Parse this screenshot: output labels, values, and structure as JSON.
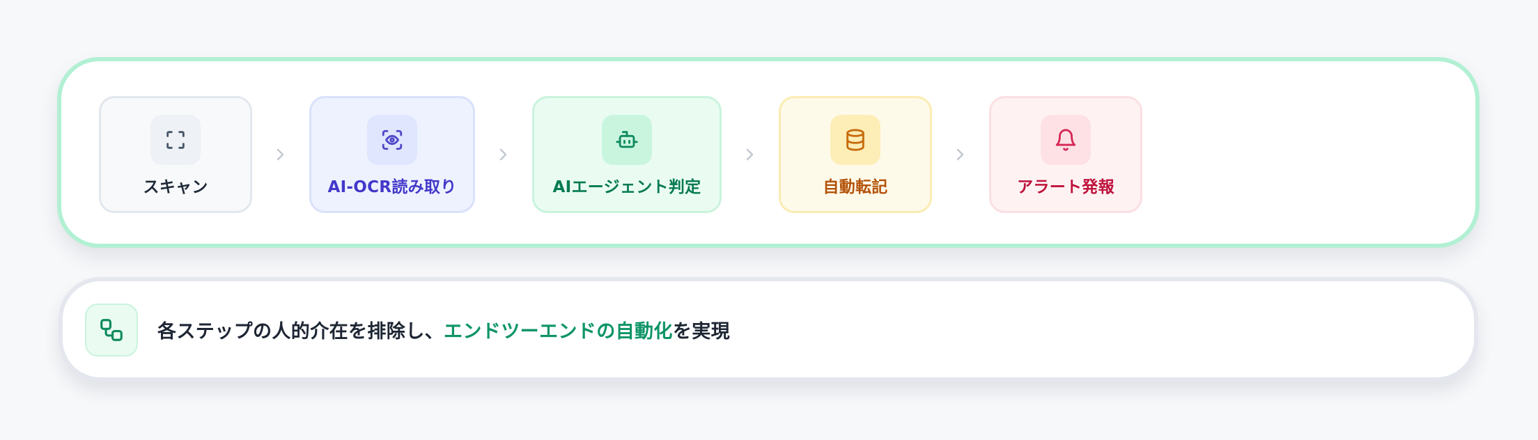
{
  "pipeline": {
    "steps": [
      {
        "label": "スキャン",
        "icon": "scan-icon"
      },
      {
        "label": "AI-OCR読み取り",
        "icon": "eye-scan-icon"
      },
      {
        "label": "AIエージェント判定",
        "icon": "robot-icon"
      },
      {
        "label": "自動転記",
        "icon": "database-icon"
      },
      {
        "label": "アラート発報",
        "icon": "bell-icon"
      }
    ],
    "arrow_icon": "chevron-right-icon"
  },
  "summary": {
    "icon": "workflow-icon",
    "text_before": "各ステップの人的介在を排除し、",
    "text_highlight": "エンドツーエンドの自動化",
    "text_after": "を実現"
  },
  "colors": {
    "pipeline_border": "#b2f0d4",
    "summary_highlight": "#0d9466",
    "scan": "#1f2937",
    "ocr": "#4338ca",
    "agent": "#067a52",
    "post": "#b45309",
    "alert": "#be123c"
  }
}
